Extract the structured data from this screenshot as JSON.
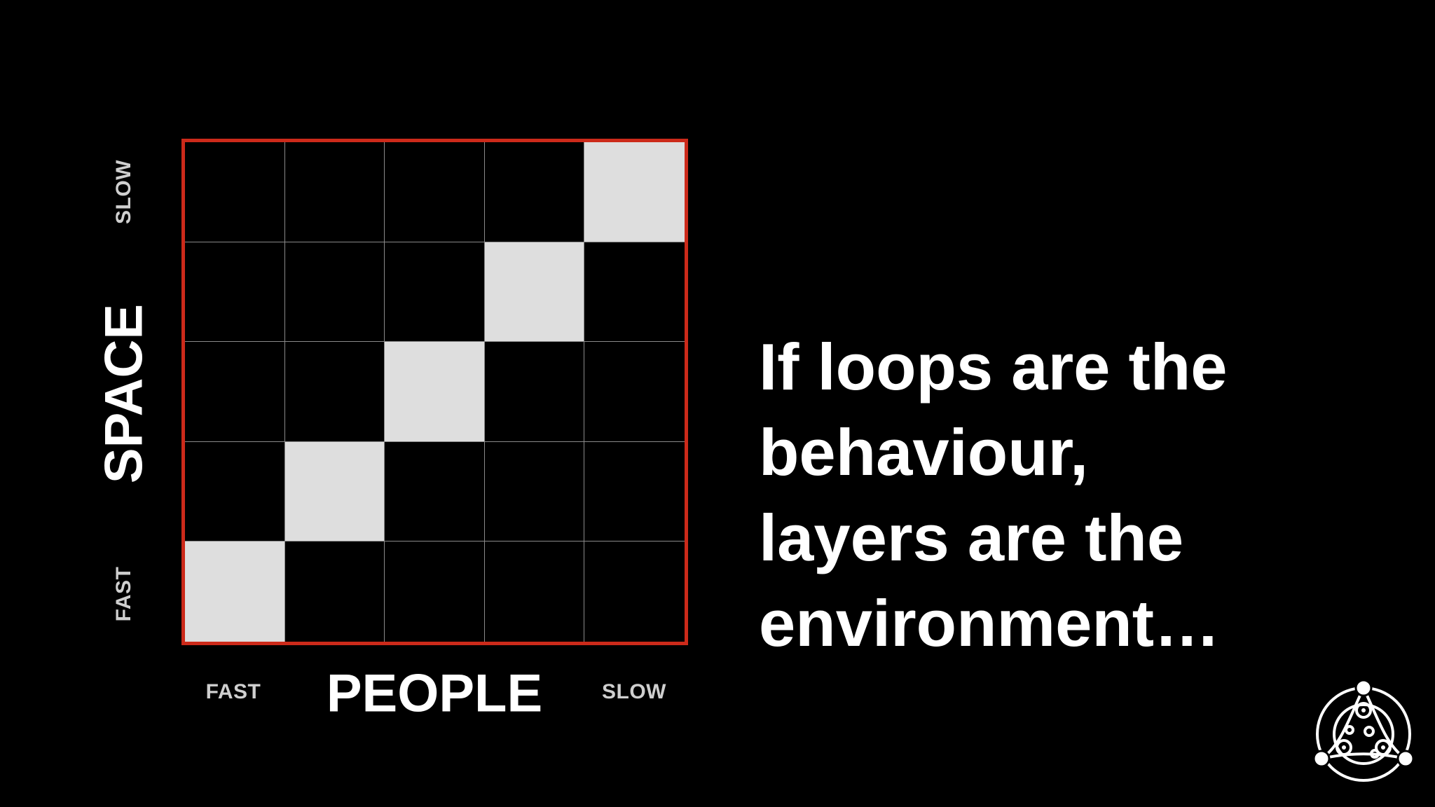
{
  "diagram": {
    "rows": 5,
    "cols": 5,
    "filled_cells": [
      [
        0,
        4
      ],
      [
        1,
        3
      ],
      [
        2,
        2
      ],
      [
        3,
        1
      ],
      [
        4,
        0
      ]
    ],
    "border_color": "#cc2a1a",
    "fill_color": "#dedede",
    "grid_line_color": "#8a8a8a",
    "y_axis": {
      "label": "SPACE",
      "top_label": "SLOW",
      "bottom_label": "FAST"
    },
    "x_axis": {
      "label": "PEOPLE",
      "left_label": "FAST",
      "right_label": "SLOW"
    }
  },
  "headline": {
    "lines": [
      "If loops are the",
      "behaviour,",
      "layers are the",
      "environment…"
    ]
  },
  "logo": {
    "icon": "concentric-circles-logo-icon"
  }
}
